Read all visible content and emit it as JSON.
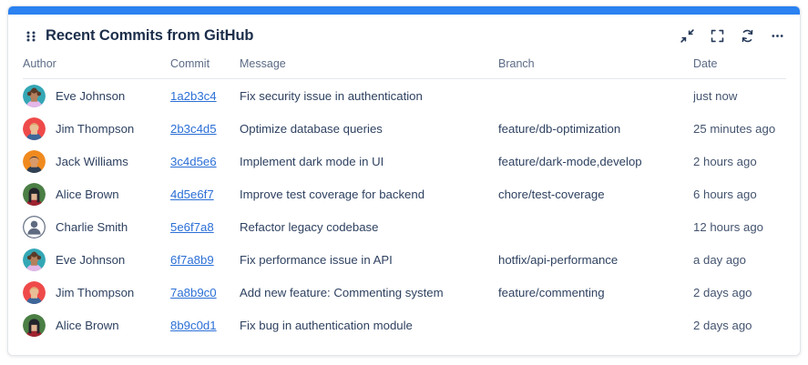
{
  "card": {
    "title": "Recent Commits from GitHub",
    "accent_color": "#2b82f0",
    "drag_handle_icon": "drag-handle-icon",
    "actions": [
      {
        "name": "collapse-icon",
        "label": "Collapse"
      },
      {
        "name": "expand-icon",
        "label": "Expand"
      },
      {
        "name": "refresh-icon",
        "label": "Refresh"
      },
      {
        "name": "more-options-icon",
        "label": "More options"
      }
    ]
  },
  "table": {
    "columns": [
      "Author",
      "Commit",
      "Message",
      "Branch",
      "Date"
    ],
    "rows": [
      {
        "author": "Eve Johnson",
        "avatar": "avatar-eve",
        "commit": "1a2b3c4",
        "message": "Fix security issue in authentication",
        "branch": "",
        "date": "just now"
      },
      {
        "author": "Jim Thompson",
        "avatar": "avatar-jim",
        "commit": "2b3c4d5",
        "message": "Optimize database queries",
        "branch": "feature/db-optimization",
        "date": "25 minutes ago"
      },
      {
        "author": "Jack Williams",
        "avatar": "avatar-jack",
        "commit": "3c4d5e6",
        "message": "Implement dark mode in UI",
        "branch": "feature/dark-mode,develop",
        "date": "2 hours ago"
      },
      {
        "author": "Alice Brown",
        "avatar": "avatar-alice",
        "commit": "4d5e6f7",
        "message": "Improve test coverage for backend",
        "branch": "chore/test-coverage",
        "date": "6 hours ago"
      },
      {
        "author": "Charlie Smith",
        "avatar": "avatar-charlie",
        "commit": "5e6f7a8",
        "message": "Refactor legacy codebase",
        "branch": "",
        "date": "12 hours ago"
      },
      {
        "author": "Eve Johnson",
        "avatar": "avatar-eve",
        "commit": "6f7a8b9",
        "message": "Fix performance issue in API",
        "branch": "hotfix/api-performance",
        "date": "a day ago"
      },
      {
        "author": "Jim Thompson",
        "avatar": "avatar-jim",
        "commit": "7a8b9c0",
        "message": "Add new feature: Commenting system",
        "branch": "feature/commenting",
        "date": "2 days ago"
      },
      {
        "author": "Alice Brown",
        "avatar": "avatar-alice",
        "commit": "8b9c0d1",
        "message": "Fix bug in authentication module",
        "branch": "",
        "date": "2 days ago"
      }
    ]
  }
}
